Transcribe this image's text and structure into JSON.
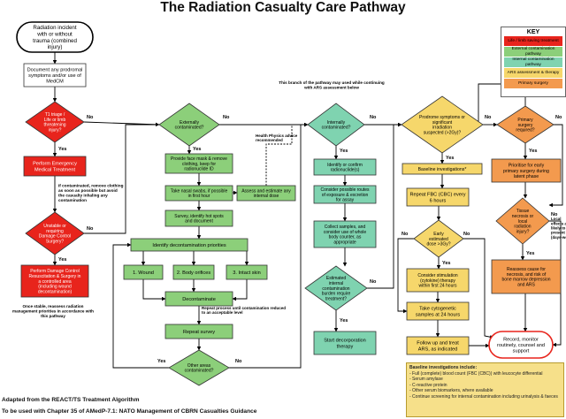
{
  "title": "The Radiation Casualty Care Pathway",
  "colors": {
    "red": "#e8241c",
    "green": "#8ccf7a",
    "teal": "#7fd3b0",
    "yellow": "#f6d76b",
    "orange": "#f39a4e",
    "pink": "#f5b3b0"
  },
  "nodes": {
    "start": "Radiation incident with or without trauma (combined injury)",
    "document": "Document any prodromal symptoms and/or use of MedCM",
    "t1": "T1 triage / Life or limb threatening injury?",
    "emergency": "Perform Emergency Medical Treatment",
    "decon_note": "If contaminated, remove clothing as soon as possible but avoid the casualty inhaling any contamination",
    "unstable": "Unstable or requiring Damage Control Surgery?",
    "damage": "Perform Damage Control Resuscitation & Surgery in a controlled area (including wound decontamination)",
    "stable_note": "Once stable, reassess radiation management priorities in accordance with this pathway",
    "ext": "Externally contaminated?",
    "mask": "Provide face mask & remove clothing, keep for radionuclide ID",
    "swabs": "Take nasal swabs, if possible in first hour",
    "assess": "Assess and estimate any internal dose",
    "survey": "Survey, identify hot spots and document",
    "hp_advice": "Health Physics advice recommended",
    "decon_prior": "Identify decontamination priorities",
    "wound": "1. Wound",
    "orifices": "2. Body orifices",
    "skin": "3. Intact skin",
    "decontaminate": "Decontaminate",
    "repeat_note": "Repeat process until contamination reduced to an acceptable level",
    "repeat_survey": "Repeat survey",
    "other_areas": "Other areas contaminated?",
    "branch_note": "This branch of the pathway may used while continuing with ARS assessment below",
    "int": "Internally contaminated?",
    "identify": "Identify or confirm radionuclide(s)",
    "routes": "Consider possible routes of exposure & excretion for assay",
    "collect": "Collect samples, and consider use of whole body counter, as appropriate",
    "estimated": "Estimated internal contamination burden require treatment?",
    "decorp": "Start decorporation therapy",
    "prodrome": "Prodrome symptoms or significant irradiation suspected (>2Gy)?",
    "baseline": "Baseline investigations*",
    "fbc": "Repeat FBC (CBC) every 6 hours",
    "early": "Early estimated dose >3Gy?",
    "stimulation": "Consider stimulation (cytokine) therapy within first 24 hours",
    "cytogenetic": "Take cytogenetic samples at 24 hours",
    "followup": "Follow up and treat ARS, as indicated",
    "primary": "Primary surgery required?",
    "prioritise": "Prioritise for early primary surgery during latent phase",
    "tissue": "Tissue necrosis or local radiation injury?",
    "local_note": "Local effects are likely to present late (days-weeks)",
    "reassess": "Reassess cause for necrosis, and risk of bone marrow depression and ARS",
    "record": "Record, monitor routinely, counsel and support"
  },
  "edge_labels": {
    "yes": "Yes",
    "no": "No"
  },
  "legend": {
    "title": "KEY",
    "items": [
      {
        "label": "Life / limb saving treatment",
        "color": "#e8241c"
      },
      {
        "label": "External contamination pathway",
        "color": "#8ccf7a"
      },
      {
        "label": "Internal contamination pathway",
        "color": "#7fd3b0"
      },
      {
        "label": "ARS assessment & therapy",
        "color": "#f6d76b"
      },
      {
        "label": "Primary surgery",
        "color": "#f39a4e"
      }
    ]
  },
  "baseline_box": {
    "heading": "Baseline investigations include:",
    "items": [
      "- Full (complete) blood count (FBC (CBC)) with leucocyte differential",
      "- Serum amylase",
      "- C-reactive protein",
      "- Other serum biomarkers, where available",
      "- Continue screening for internal contamination including urinalysis & faeces"
    ]
  },
  "footer": {
    "line1": "Adapted from the REACT/TS Treatment Algorithm",
    "line2": "To be used with Chapter 35 of AMedP-7.1: NATO Management of CBRN Casualties Guidance"
  }
}
